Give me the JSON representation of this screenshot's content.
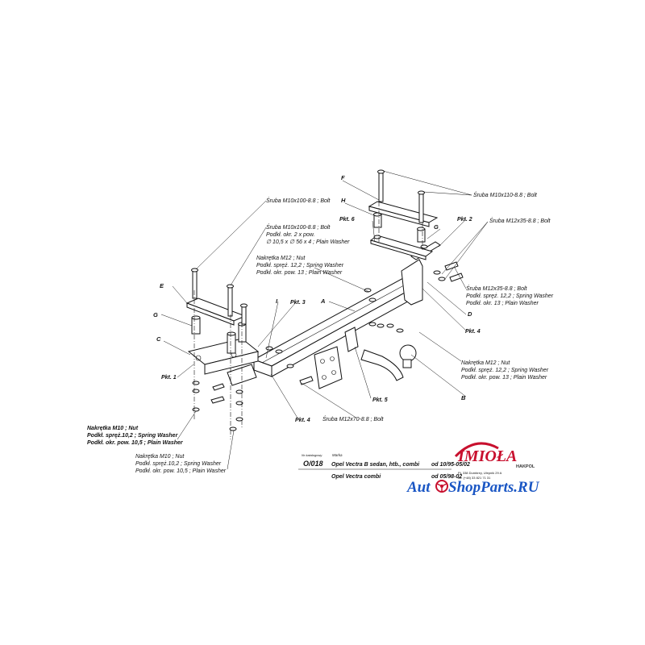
{
  "colors": {
    "ink": "#111111",
    "logo_red": "#c8102e",
    "shop_blue": "#1a56c4"
  },
  "labels": {
    "bolt_f": [
      "Śruba M10x110-8.8 ; Bolt"
    ],
    "bolt_g": [
      "Śruba M12x35-8.8 ; Bolt"
    ],
    "bolt_e1": [
      "Śruba M10x100-8.8 ; Bolt"
    ],
    "bolt_e2": [
      "Śruba M10x100-8.8 ; Bolt",
      "Podkł. okr. 2 x pow.",
      "∅ 10,5 x ∅ 56 x 4 ; Plain Washer"
    ],
    "nut_m12_top": [
      "Nakrętka M12 ; Nut",
      "Podkł. spręż. 12,2 ; Spring Washer",
      "Podkł. okr. pow. 13 ; Plain Washer"
    ],
    "bolt_d": [
      "Śruba M12x35-8.8 ; Bolt",
      "Podkł. spręż. 12,2 ; Spring Washer",
      "Podkł. okr. 13 ; Plain Washer"
    ],
    "nut_m12_right": [
      "Nakrętka M12 ; Nut",
      "Podkł. spręż. 12,2 ; Spring Washer",
      "Podkł. okr. pow. 13 ; Plain Washer"
    ],
    "bolt_m12x70": [
      "Śruba M12x70-8.8 ; Bolt"
    ],
    "nut_m10_left": [
      "Nakrętka M10 ; Nut",
      "Podkł. spręż.10,2 ; Spring Washer",
      "Podkł. okr. pow. 10,5 ; Plain Washer"
    ],
    "nut_m10_bottom": [
      "Nakrętka M10 ; Nut",
      "Podkł. spręż.10,2 ; Spring Washer",
      "Podkł. okr. pow. 10,5 ; Plain Washer"
    ]
  },
  "letters": {
    "F": "F",
    "H": "H",
    "G": "G",
    "E": "E",
    "C": "C",
    "I": "I",
    "A": "A",
    "D": "D",
    "B": "B"
  },
  "plates": {
    "p1": "Pkt. 1",
    "p2": "Pkt. 2",
    "p3": "Pkt. 3",
    "p4a": "Pkt. 4",
    "p4b": "Pkt. 4",
    "p5": "Pkt. 5",
    "p6": "Pkt. 6"
  },
  "title_block": {
    "model_caption": "Nr katalogowy",
    "code": "O/018",
    "make_caption": "Marka",
    "line1": "Opel Vectra B sedan, htb., combi",
    "date1": "od 10/95-05/02",
    "line2": "Opel Vectra combi",
    "date2": "od 05/98-02"
  },
  "brand": {
    "name": "IMIOŁA",
    "sub": "HAKPOL",
    "address1": "PL 338 Dumbrey, Ulepnik 29 A",
    "address2": "tel. (+48) 33 821 71 31"
  },
  "watermark": {
    "part1": "Aut",
    "part2": "ShopParts.RU"
  }
}
